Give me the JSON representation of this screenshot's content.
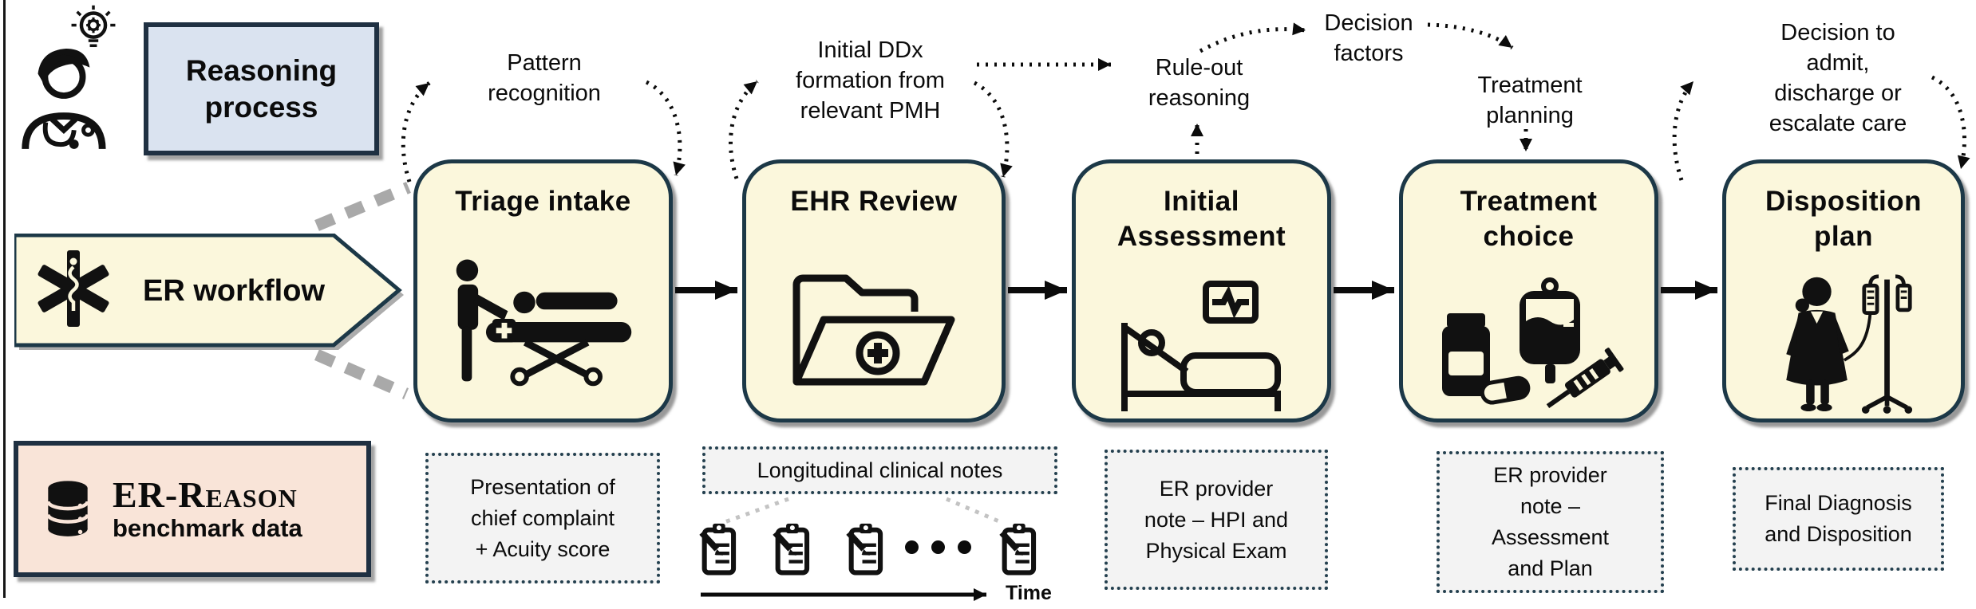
{
  "figure": {
    "type": "ER clinical reasoning workflow diagram",
    "rows": [
      "Reasoning process",
      "ER workflow",
      "ER-Reason benchmark data"
    ]
  },
  "left_panel": {
    "reasoning_label": "Reasoning\nprocess",
    "workflow_label": "ER workflow",
    "benchmark_title": "ER-Reason",
    "benchmark_subtitle": "benchmark data"
  },
  "stages": [
    {
      "title": "Triage intake",
      "icon": "stretcher-patient-icon",
      "annotation": "Pattern\nrecognition",
      "data_note": "Presentation of\nchief complaint\n+ Acuity score"
    },
    {
      "title": "EHR Review",
      "icon": "medical-folder-icon",
      "annotation": "Initial DDx\nformation from\nrelevant PMH",
      "data_note": "Longitudinal clinical notes"
    },
    {
      "title": "Initial\nAssessment",
      "icon": "hospital-bed-icon",
      "annotation": "Rule-out\nreasoning",
      "annotation2": "Decision\nfactors",
      "data_note": "ER provider\nnote – HPI and\nPhysical Exam"
    },
    {
      "title": "Treatment\nchoice",
      "icon": "medications-icon",
      "annotation": "Treatment\nplanning",
      "data_note": "ER provider\nnote –\nAssessment\nand Plan"
    },
    {
      "title": "Disposition\nplan",
      "icon": "patient-iv-pole-icon",
      "annotation": "Decision to\nadmit,\ndischarge or\nescalate care",
      "data_note": "Final Diagnosis\nand Disposition"
    }
  ],
  "timeline": {
    "label": "Time",
    "note_icons": "clipboard-pencil-icon x4 with ellipsis"
  },
  "colors": {
    "stage_fill": "#FBF7DC",
    "stage_border": "#1C3847",
    "reasoning_fill": "#DAE3F0",
    "benchmark_fill": "#F9E4D8",
    "data_note_fill": "#F3F3F3",
    "arrow_black": "#0B0B0B",
    "connector_gray": "#A9A9A9"
  }
}
